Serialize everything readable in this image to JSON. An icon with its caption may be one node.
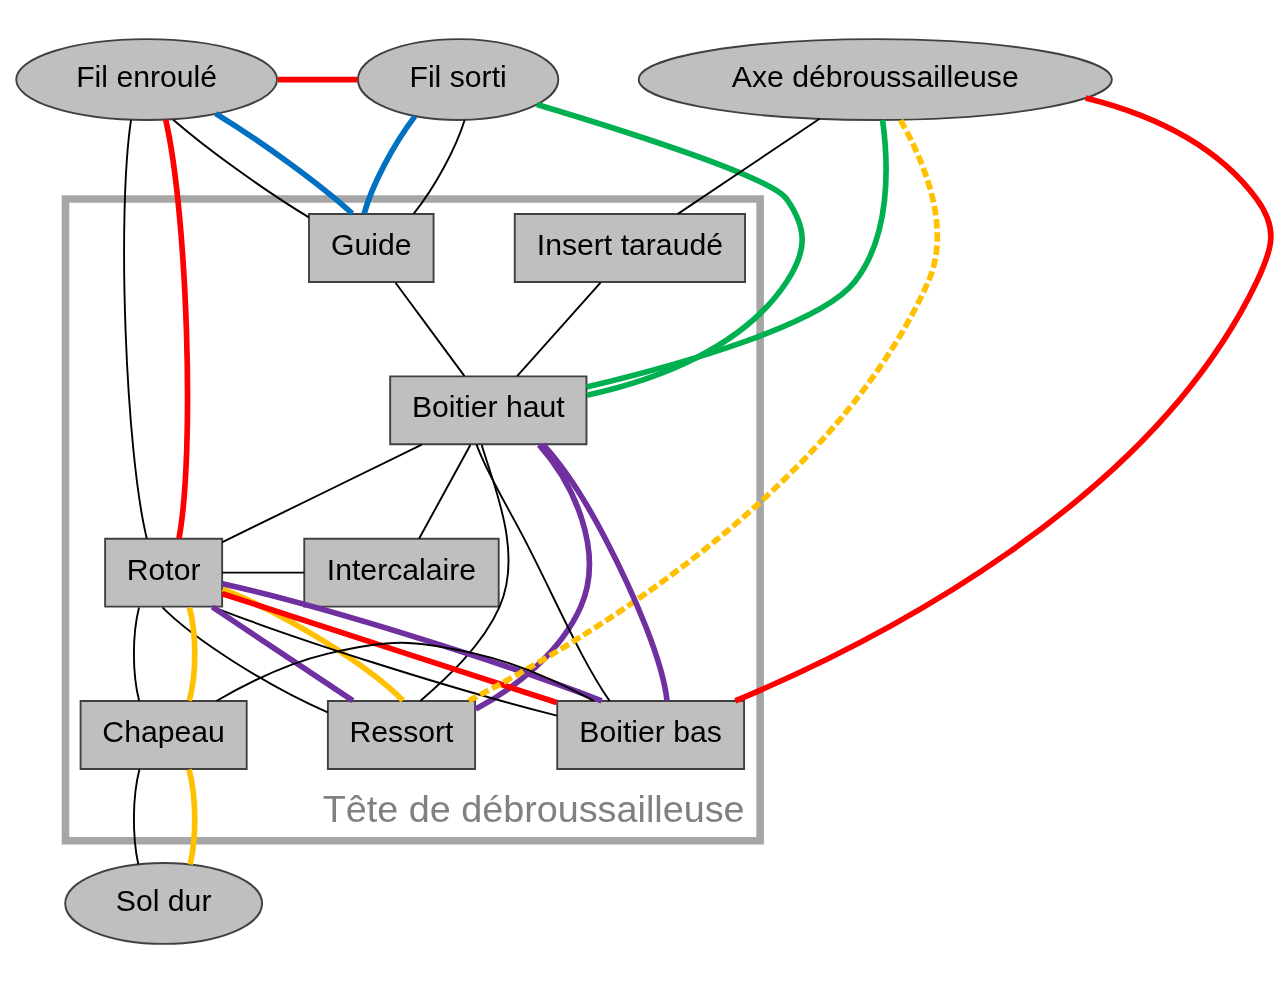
{
  "diagram": {
    "nodes": [
      {
        "text": [
          "Tête de débroussailleuse"
        ]
      },
      {
        "text": [
          "Fil enroulé"
        ]
      },
      {
        "text": [
          "Fil sorti"
        ]
      },
      {
        "text": [
          "Axe débroussailleuse"
        ]
      },
      {
        "text": [
          "Insert taraudé"
        ],
        "in": 0
      },
      {
        "text": [
          "Guide"
        ],
        "in": 0
      },
      {
        "text": [
          "Boitier haut"
        ],
        "in": 0
      },
      {
        "text": [
          "Rotor"
        ],
        "in": 0
      },
      {
        "text": [
          "Intercalaire"
        ],
        "in": 0
      },
      {
        "text": [
          "Ressort"
        ],
        "in": 0
      },
      {
        "text": [
          "Chapeau"
        ],
        "in": 0
      },
      {
        "text": [
          "Boitier bas"
        ],
        "in": 0
      },
      {
        "text": [
          "Sol dur"
        ]
      }
    ],
    "edges": [
      {
        "from": 1,
        "to": 5,
        "arrow": "none"
      },
      {
        "from": 1,
        "to": 7,
        "arrow": "none"
      },
      {
        "from": 2,
        "to": 5,
        "arrow": "none"
      },
      {
        "from": 3,
        "to": 4,
        "arrow": "none"
      },
      {
        "from": 4,
        "to": 6,
        "arrow": "none"
      },
      {
        "from": 5,
        "to": 6,
        "arrow": "none"
      },
      {
        "from": 6,
        "to": 7,
        "arrow": "none"
      },
      {
        "from": 6,
        "to": 8,
        "arrow": "none"
      },
      {
        "from": 6,
        "to": 9,
        "arrow": "none"
      },
      {
        "from": 6,
        "to": 11,
        "arrow": "none"
      },
      {
        "from": 7,
        "to": 8,
        "arrow": "none"
      },
      {
        "from": 7,
        "to": 9,
        "arrow": "none"
      },
      {
        "from": 7,
        "to": 11,
        "arrow": "none"
      },
      {
        "from": 7,
        "to": 10,
        "arrow": "none"
      },
      {
        "from": 10,
        "to": 11,
        "arrow": "none"
      },
      {
        "from": 10,
        "to": 12,
        "arrow": "none"
      },
      {
        "from": 2,
        "to": 1,
        "arrow": "none",
        "style": "thick",
        "color": "#ff0000"
      },
      {
        "from": 1,
        "to": 7,
        "arrow": "none",
        "style": "thick",
        "color": "#ff0000"
      },
      {
        "from": 7,
        "to": 11,
        "arrow": "none",
        "style": "thick",
        "color": "#ff0000"
      },
      {
        "from": 11,
        "to": 3,
        "arrow": "none",
        "style": "thick",
        "color": "#ff0000"
      },
      {
        "from": 1,
        "to": 5,
        "arrow": "none",
        "style": "thick",
        "color": "#0070c0"
      },
      {
        "from": 5,
        "to": 2,
        "arrow": "none",
        "style": "thick",
        "color": "#0070c0"
      },
      {
        "from": 2,
        "to": 6,
        "arrow": "none",
        "style": "thick",
        "color": "#00b050"
      },
      {
        "from": 6,
        "to": 3,
        "arrow": "none",
        "style": "thick",
        "color": "#00b050"
      },
      {
        "from": 6,
        "to": 9,
        "arrow": "none",
        "style": "thick",
        "color": "#7030a0"
      },
      {
        "from": 9,
        "to": 7,
        "arrow": "none",
        "style": "thick",
        "color": "#7030a0"
      },
      {
        "from": 7,
        "to": 11,
        "arrow": "none",
        "style": "thick",
        "color": "#7030a0"
      },
      {
        "from": 11,
        "to": 6,
        "arrow": "none",
        "style": "thick",
        "color": "#7030a0"
      },
      {
        "from": 12,
        "to": 10,
        "arrow": "none",
        "style": "thick",
        "color": "#ffc000"
      },
      {
        "from": 10,
        "to": 7,
        "arrow": "none",
        "style": "thick",
        "color": "#ffc000"
      },
      {
        "from": 7,
        "to": 9,
        "arrow": "none",
        "style": "thick",
        "color": "#ffc000"
      },
      {
        "from": 9,
        "to": 3,
        "arrow": "none",
        "style": "dashed",
        "color": "#ffc000"
      }
    ]
  }
}
